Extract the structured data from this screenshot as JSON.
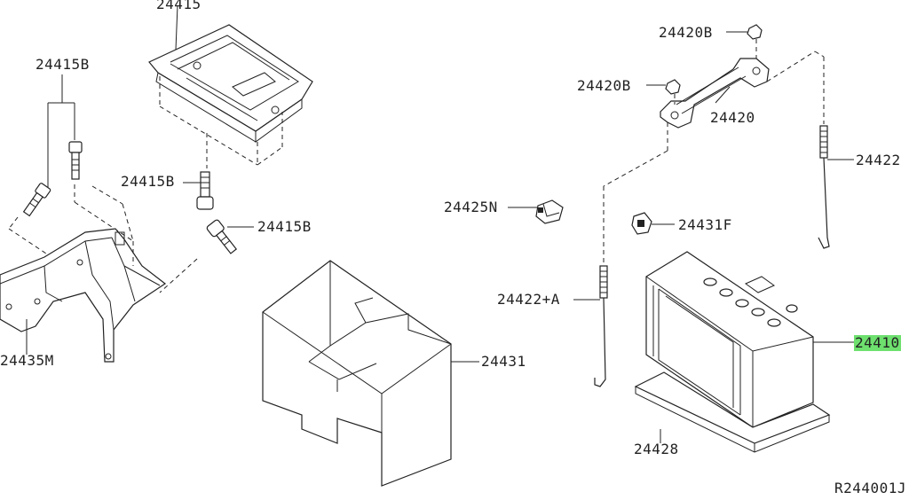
{
  "diagram": {
    "labels": {
      "p24415": "24415",
      "p24415b_top": "24415B",
      "p24415b_mid": "24415B",
      "p24415b_right": "24415B",
      "p24435m": "24435M",
      "p24431": "24431",
      "p24425n": "24425N",
      "p24420b_top": "24420B",
      "p24420b_left": "24420B",
      "p24420": "24420",
      "p24422": "24422",
      "p24431f": "24431F",
      "p24422a": "24422+A",
      "p24410": "24410",
      "p24428": "24428",
      "diagram_ref": "R244001J"
    },
    "highlight_color": "#6ee06e"
  }
}
